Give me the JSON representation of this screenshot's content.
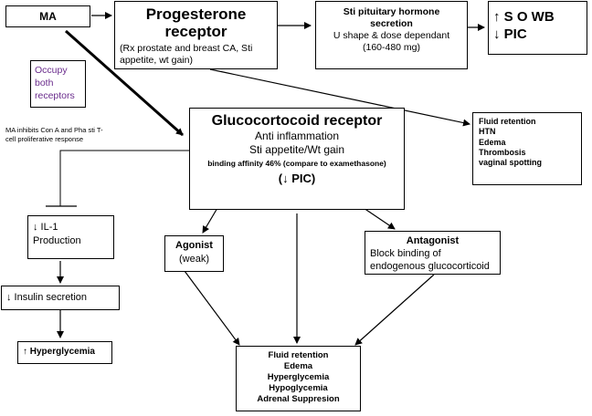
{
  "nodes": {
    "ma": {
      "label": "MA"
    },
    "progesterone": {
      "title_line1": "Progesterone",
      "title_line2": "receptor",
      "detail_line1": "(Rx prostate and breast CA, Sti",
      "detail_line2": "appetite, wt gain)"
    },
    "pituitary": {
      "title_line1": "Sti pituitary hormone",
      "title_line2": "secretion",
      "detail_line1": "U shape & dose dependant",
      "detail_line2": "(160-480 mg)"
    },
    "sowb": {
      "line1": "↑ S O WB",
      "line2": "↓ PIC"
    },
    "occupy": {
      "line1": "Occupy",
      "line2": "both",
      "line3": "receptors",
      "color": "#6a2c8c"
    },
    "ma_note": {
      "line1": "MA inhibits Con A and Pha sti T-",
      "line2": "cell proliferative response"
    },
    "glucocorticoid": {
      "title": "Glucocortocoid receptor",
      "line1": "Anti inflammation",
      "line2": "Sti appetite/Wt gain",
      "line3": "binding affinity 46% (compare to examethasone)",
      "line4": "(↓ PIC)"
    },
    "side_effects": {
      "items": [
        "Fluid retention",
        "HTN",
        "Edema",
        "Thrombosis",
        "vaginal spotting"
      ]
    },
    "il1": {
      "line1": "↓ IL-1",
      "line2": "Production"
    },
    "insulin": {
      "label": "↓ Insulin secretion"
    },
    "hyperglycemia": {
      "label": "↑ Hyperglycemia"
    },
    "agonist": {
      "title": "Agonist",
      "detail": "(weak)"
    },
    "antagonist": {
      "title": "Antagonist",
      "line1": "Block binding of",
      "line2": "endogenous glucocorticoid"
    },
    "outcomes": {
      "items": [
        "Fluid retention",
        "Edema",
        "Hyperglycemia",
        "Hypoglycemia",
        "Adrenal Suppresion"
      ]
    }
  }
}
